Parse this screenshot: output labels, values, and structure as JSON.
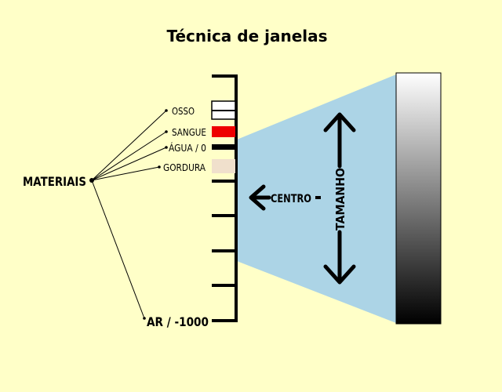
{
  "title": "Técnica de janelas",
  "materials_label": "MATERIAIS",
  "materials": [
    {
      "label": "OSSO",
      "swatch": "#ffffff"
    },
    {
      "label": "SANGUE",
      "swatch": "#ee0000"
    },
    {
      "label": "ÁGUA / 0",
      "swatch": "#000000"
    },
    {
      "label": "GORDURA",
      "swatch": "#f0e0cc"
    }
  ],
  "scale_bottom_label": "AR / -1000",
  "center_label": "CENTRO",
  "size_label": "TAMANHO",
  "colors": {
    "background": "#ffffc8",
    "window_beam": "#acd4e6",
    "grayscale_top": "#ffffff",
    "grayscale_bottom": "#000000"
  }
}
